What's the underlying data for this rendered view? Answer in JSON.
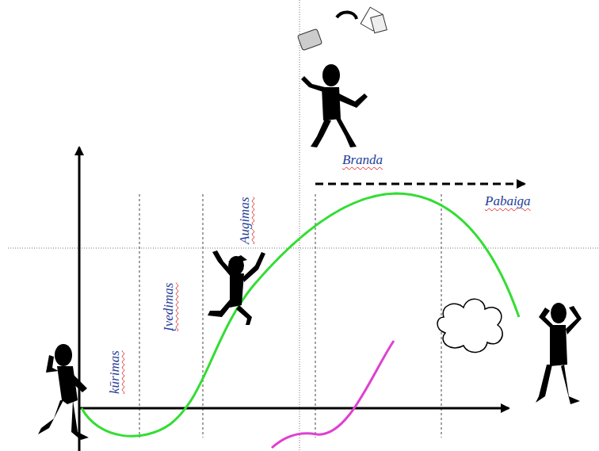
{
  "diagram": {
    "labels": [
      "kūrimas",
      "Įvedimas",
      "Augimas",
      "Branda",
      "Pabaiga"
    ]
  }
}
